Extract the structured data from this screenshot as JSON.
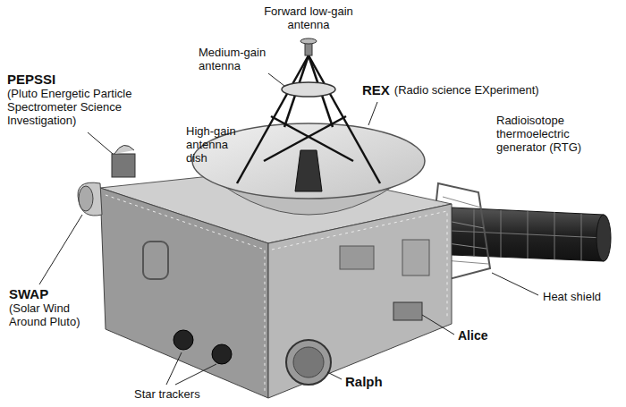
{
  "diagram": {
    "labels": [
      "Forward low-gain antenna",
      "Medium-gain antenna",
      "PEPSSI",
      "(Pluto Energetic Particle Spectrometer Science Investigation)",
      "REX",
      "(Radio science EXperiment)",
      "High-gain antenna dish",
      "Radioisotope thermoelectric generator (RTG)",
      "Heat shield",
      "SWAP",
      "(Solar Wind Around Pluto)",
      "Alice",
      "Ralph",
      "Star trackers"
    ]
  }
}
